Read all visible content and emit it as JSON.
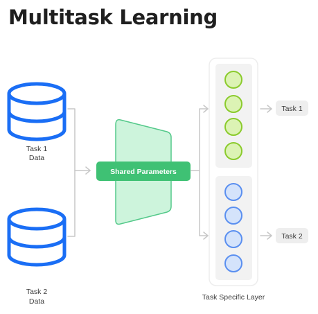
{
  "title": "Multitask Learning",
  "inputs": [
    {
      "line1": "Task 1",
      "line2": "Data",
      "icon": "database-icon"
    },
    {
      "line1": "Task 2",
      "line2": "Data",
      "icon": "database-icon"
    }
  ],
  "shared_label": "Shared Parameters",
  "outputs": [
    "Task 1",
    "Task 2"
  ],
  "layer_label": "Task Specific Layer",
  "colors": {
    "database": "#1a6ef5",
    "shared_fill": "#cdf4dc",
    "shared_stroke": "#54c98a",
    "shared_pill": "#3fc174",
    "task1_node_fill": "#dcf3b4",
    "task1_node_stroke": "#8bcb2d",
    "task2_node_fill": "#d4e3fb",
    "task2_node_stroke": "#5a8ff0",
    "panel": "#f2f2f2",
    "connector": "#c7c7c7",
    "chip": "#eeeeee"
  }
}
